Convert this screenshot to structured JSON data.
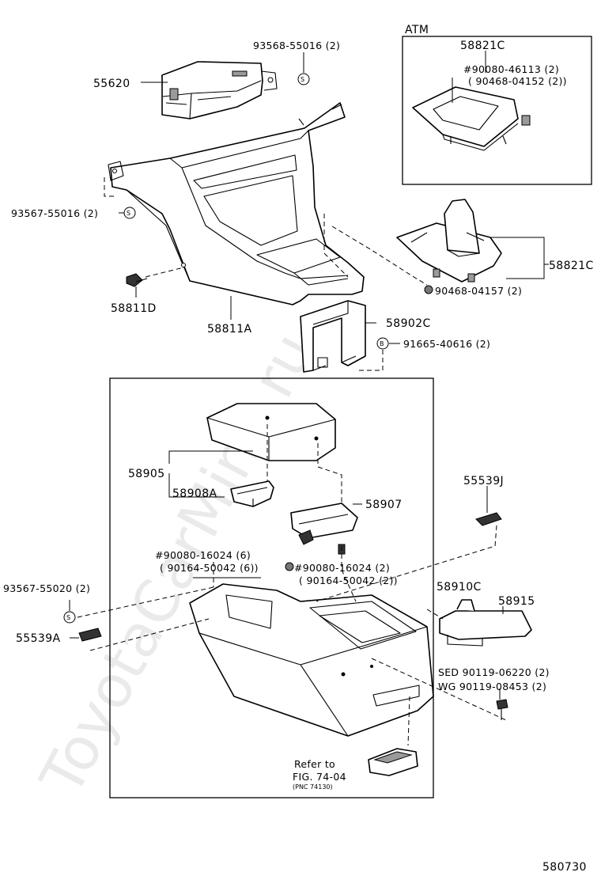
{
  "watermark": "ToyotaCarMine.ru",
  "atm_box_label": "ATM",
  "figure_number": "580730",
  "parts": {
    "p55620": "55620",
    "p93568": "93568-55016 (2)",
    "p93567a": "93567-55016 (2)",
    "p58811D": "58811D",
    "p58811A": "58811A",
    "p58902C": "58902C",
    "p91665": "91665-40616 (2)",
    "p58821C_atm": "58821C",
    "p90080_46113": "#90080-46113 (2)",
    "p90468_04152": "( 90468-04152 (2))",
    "p58821C": "58821C",
    "p90468_04157": "90468-04157 (2)",
    "p58905": "58905",
    "p58908A": "58908A",
    "p58907": "58907",
    "p55539J": "55539J",
    "p90080_16024_6": "#90080-16024 (6)",
    "p90164_50042_6": "( 90164-50042 (6))",
    "p90080_16024_2": "#90080-16024 (2)",
    "p90164_50042_2": "( 90164-50042 (2))",
    "p93567b": "93567-55020 (2)",
    "p55539A": "55539A",
    "p58910C": "58910C",
    "p58915": "58915",
    "pSED": "SED 90119-06220 (2)",
    "pWG": "WG 90119-08453 (2)",
    "refer_line1": "Refer to",
    "refer_line2": "FIG. 74-04",
    "refer_line3": "(PNC 74130)"
  },
  "symbols": {
    "s_mark": "S",
    "b_mark": "B"
  }
}
